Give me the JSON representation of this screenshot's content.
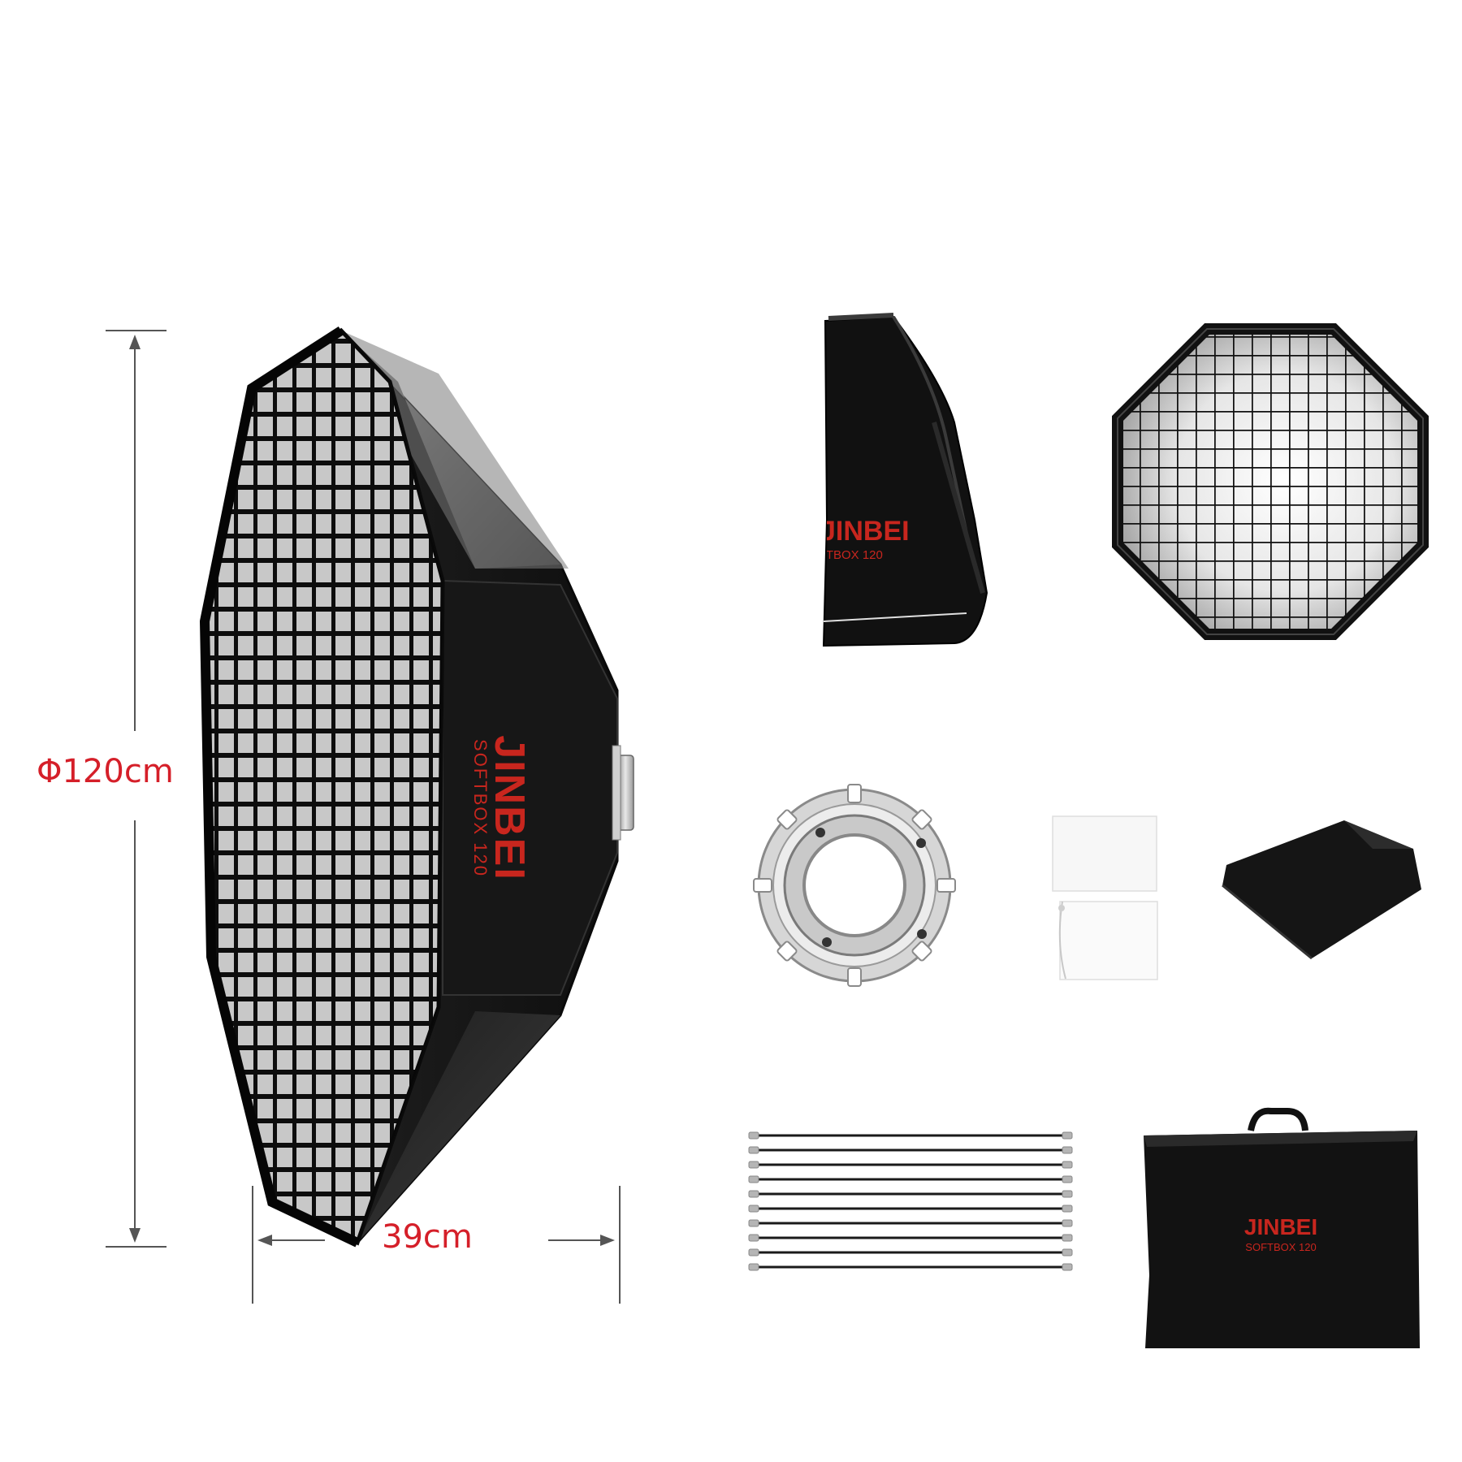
{
  "dimensions": {
    "height_label": "Φ120cm",
    "width_label": "39cm"
  },
  "brand": {
    "logo_text": "JINBEI",
    "model_text": "SOFTBOX 120",
    "logo_color": "#c8261e"
  },
  "accent_color": "#d51f29",
  "components": [
    "octagonal-softbox",
    "folded-softbox",
    "honeycomb-grid",
    "speed-ring",
    "diffusers",
    "black-cover",
    "support-rods",
    "carrying-bag"
  ]
}
